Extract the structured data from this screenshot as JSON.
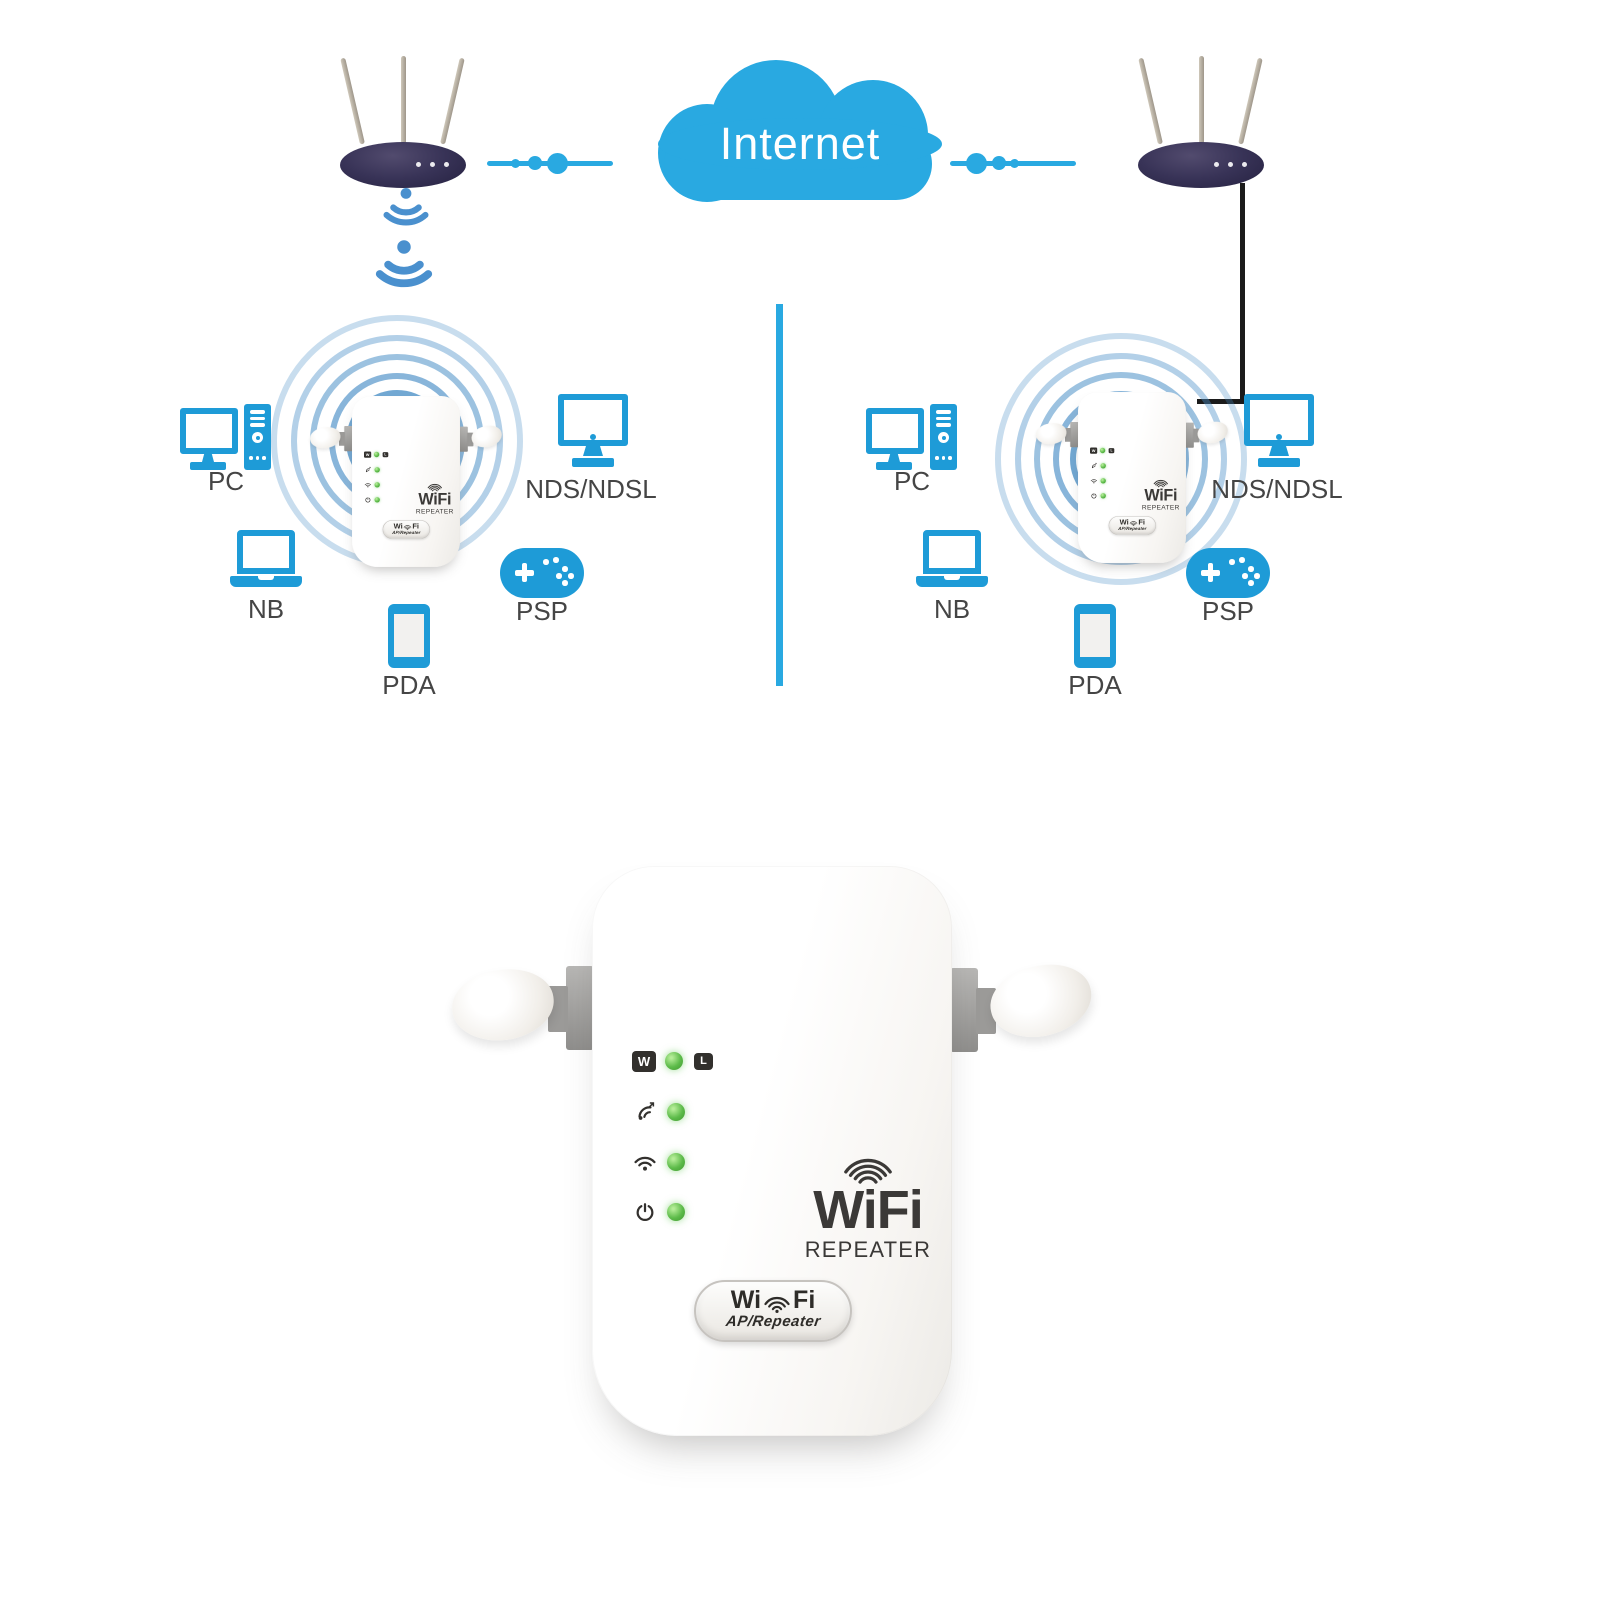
{
  "diagram": {
    "internet_label": "Internet",
    "clusters": [
      {
        "side": "left",
        "mode": "wireless-repeater",
        "devices": [
          {
            "id": "pc",
            "label": "PC"
          },
          {
            "id": "nb",
            "label": "NB"
          },
          {
            "id": "pda",
            "label": "PDA"
          },
          {
            "id": "psp",
            "label": "PSP"
          },
          {
            "id": "nds",
            "label": "NDS/NDSL"
          }
        ]
      },
      {
        "side": "right",
        "mode": "wired-access-point",
        "devices": [
          {
            "id": "pc",
            "label": "PC"
          },
          {
            "id": "nb",
            "label": "NB"
          },
          {
            "id": "pda",
            "label": "PDA"
          },
          {
            "id": "psp",
            "label": "PSP"
          },
          {
            "id": "nds",
            "label": "NDS/NDSL"
          }
        ]
      }
    ]
  },
  "device": {
    "logo_wifi": "WiFi",
    "logo_repeater": "REPEATER",
    "button_wi": "Wi",
    "button_fi": "Fi",
    "button_sub": "AP/Repeater",
    "led_wan": "W",
    "led_lan": "L"
  },
  "colors": {
    "accent_blue": "#29a9e1",
    "icon_blue": "#1e9bd7",
    "ring_blue": "#4a8fc7",
    "led_green": "#5dbb4a",
    "router_body": "#383357",
    "logo_dark": "#3b3937"
  }
}
